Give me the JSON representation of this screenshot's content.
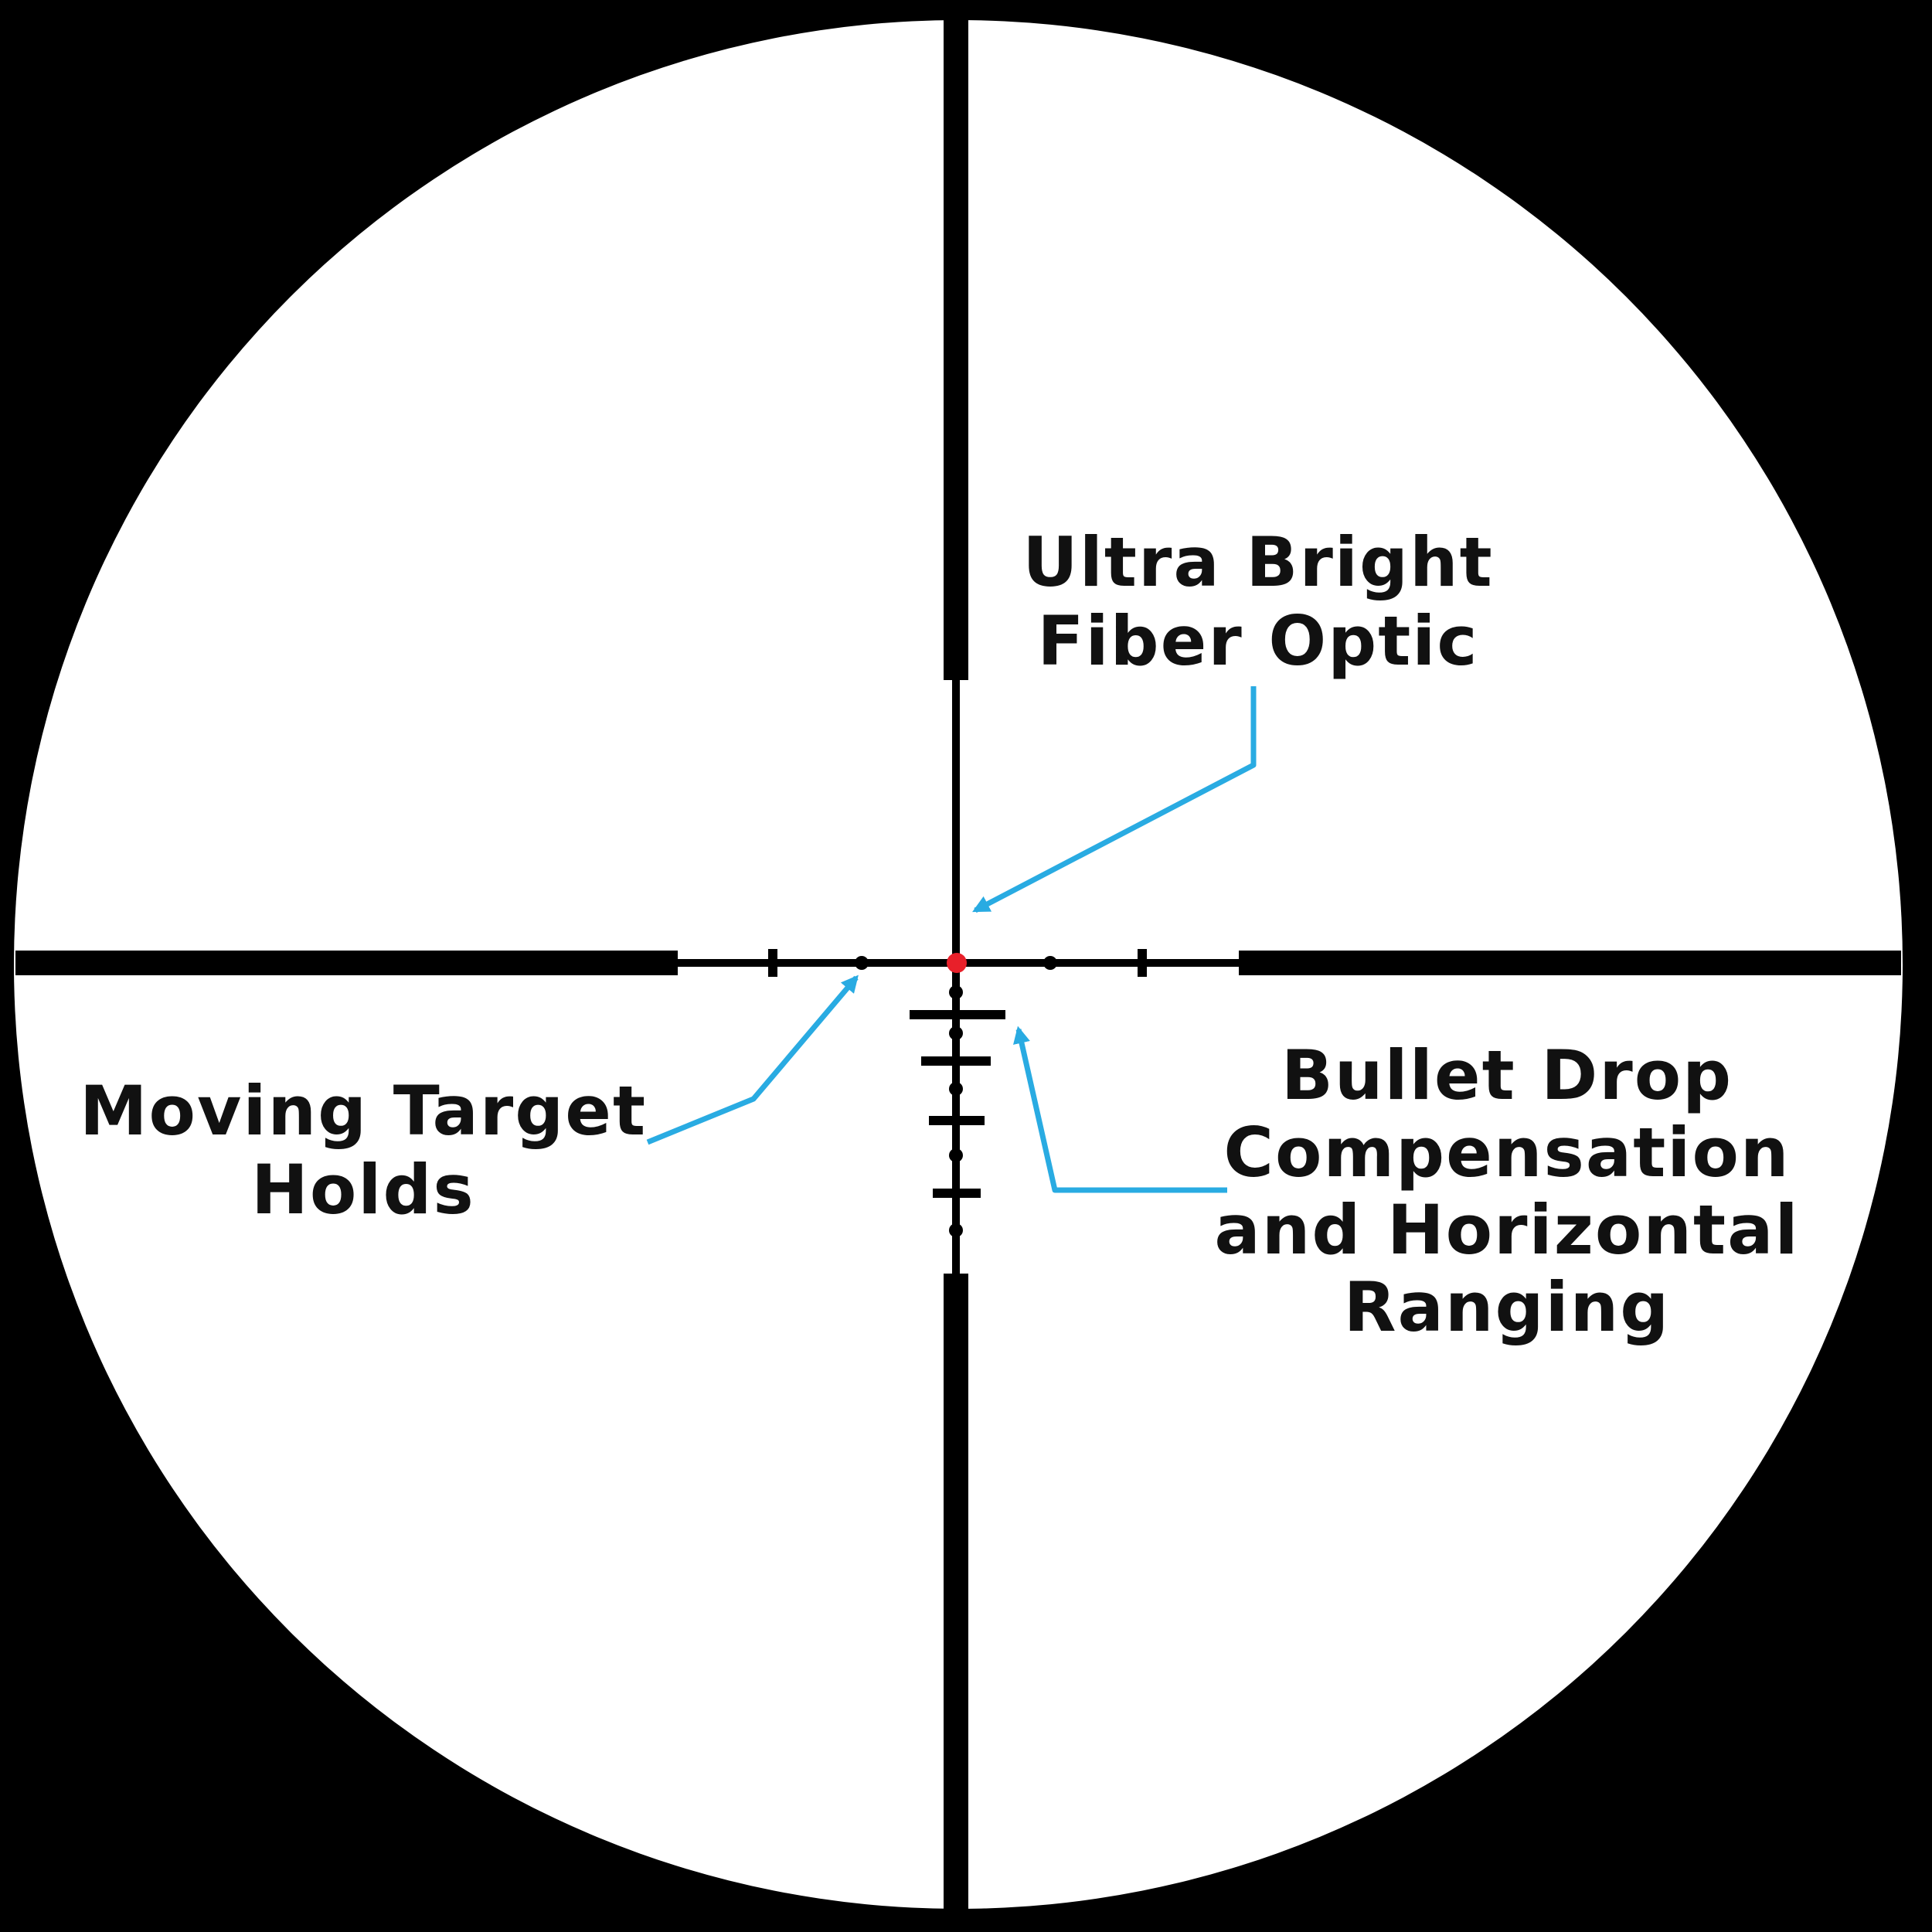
{
  "colors": {
    "background": "#000000",
    "lens": "#ffffff",
    "reticle": "#000000",
    "fiber_optic_dot": "#e8202a",
    "callout_arrow": "#29abe2",
    "label_text": "#111111"
  },
  "labels": {
    "fiber_optic": {
      "line1": "Ultra Bright",
      "line2": "Fiber Optic"
    },
    "moving_target": {
      "line1": "Moving Target",
      "line2": "Holds"
    },
    "bullet_drop": {
      "line1": "Bullet Drop",
      "line2": "Compensation",
      "line3": "and Horizontal",
      "line4": "Ranging"
    }
  },
  "icons": {
    "center_dot": "fiber-optic-dot-icon",
    "arrows": "callout-arrow-icon"
  }
}
